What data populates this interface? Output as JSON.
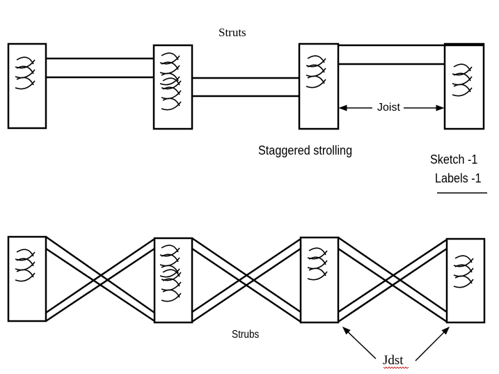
{
  "top_diagram": {
    "title": "Struts",
    "caption": "Staggered strolling",
    "dimension_label": "Joist"
  },
  "bottom_diagram": {
    "caption": "Strubs",
    "pointer_label": "Jdst",
    "pointer_label_spellcheck_color": "#c00000"
  },
  "marks": {
    "line1": "Sketch  -1",
    "line2": "Labels -1"
  }
}
